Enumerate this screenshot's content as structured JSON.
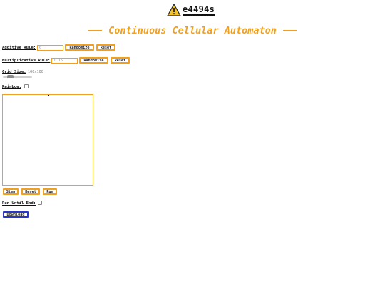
{
  "header": {
    "logo_text": "e4494s"
  },
  "title": "Continuous Cellular Automaton",
  "additive_rule": {
    "label": "Additive Rule:",
    "value": "0",
    "randomize_label": "Randomize",
    "reset_label": "Reset"
  },
  "multiplicative_rule": {
    "label": "Multiplicative Rule:",
    "value": "1.15",
    "randomize_label": "Randomize",
    "reset_label": "Reset"
  },
  "grid_size": {
    "label": "Grid Size:",
    "value_text": "100x100",
    "slider_fraction": 0.2
  },
  "rainbow": {
    "label": "Rainbow:",
    "checked": false
  },
  "controls": {
    "step_label": "Step",
    "reset_label": "Reset",
    "run_label": "Run"
  },
  "run_until_end": {
    "label": "Run Until End:",
    "checked": false
  },
  "download_label": "Download",
  "colors": {
    "accent": "#f0a020",
    "focus": "#2a36c8",
    "warning": "#f3c12b"
  },
  "icons": {
    "logo": "warning-triangle-icon"
  }
}
